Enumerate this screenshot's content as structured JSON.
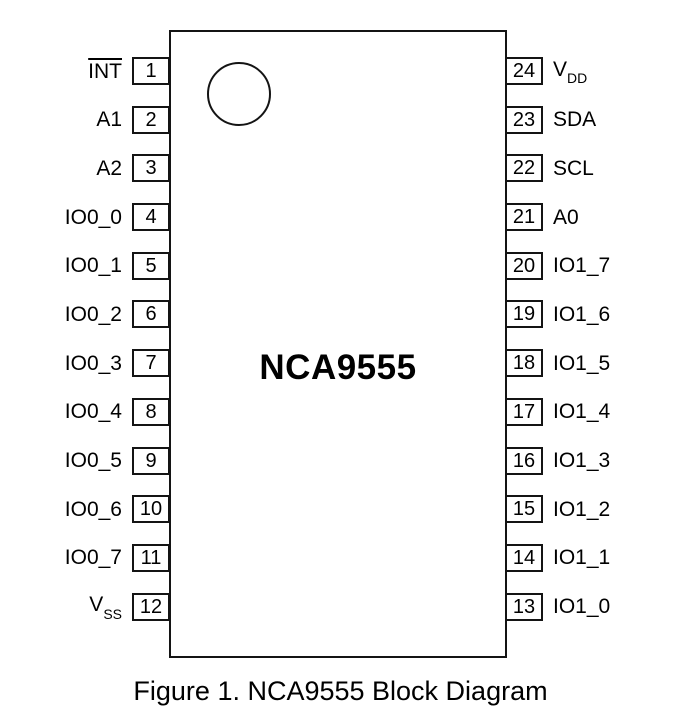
{
  "colors": {
    "line": "#141414",
    "background": "#ffffff"
  },
  "chip": {
    "name": "NCA9555",
    "left_pins": [
      {
        "number": "1",
        "label": "INT"
      },
      {
        "number": "2",
        "label": "A1"
      },
      {
        "number": "3",
        "label": "A2"
      },
      {
        "number": "4",
        "label": "IO0_0"
      },
      {
        "number": "5",
        "label": "IO0_1"
      },
      {
        "number": "6",
        "label": "IO0_2"
      },
      {
        "number": "7",
        "label": "IO0_3"
      },
      {
        "number": "8",
        "label": "IO0_4"
      },
      {
        "number": "9",
        "label": "IO0_5"
      },
      {
        "number": "10",
        "label": "IO0_6"
      },
      {
        "number": "11",
        "label": "IO0_7"
      },
      {
        "number": "12",
        "label_main": "V",
        "label_sub": "SS"
      }
    ],
    "right_pins": [
      {
        "number": "24",
        "label_main": "V",
        "label_sub": "DD"
      },
      {
        "number": "23",
        "label": "SDA"
      },
      {
        "number": "22",
        "label": "SCL"
      },
      {
        "number": "21",
        "label": "A0"
      },
      {
        "number": "20",
        "label": "IO1_7"
      },
      {
        "number": "19",
        "label": "IO1_6"
      },
      {
        "number": "18",
        "label": "IO1_5"
      },
      {
        "number": "17",
        "label": "IO1_4"
      },
      {
        "number": "16",
        "label": "IO1_3"
      },
      {
        "number": "15",
        "label": "IO1_2"
      },
      {
        "number": "14",
        "label": "IO1_1"
      },
      {
        "number": "13",
        "label": "IO1_0"
      }
    ]
  },
  "caption": "Figure 1. NCA9555 Block Diagram"
}
